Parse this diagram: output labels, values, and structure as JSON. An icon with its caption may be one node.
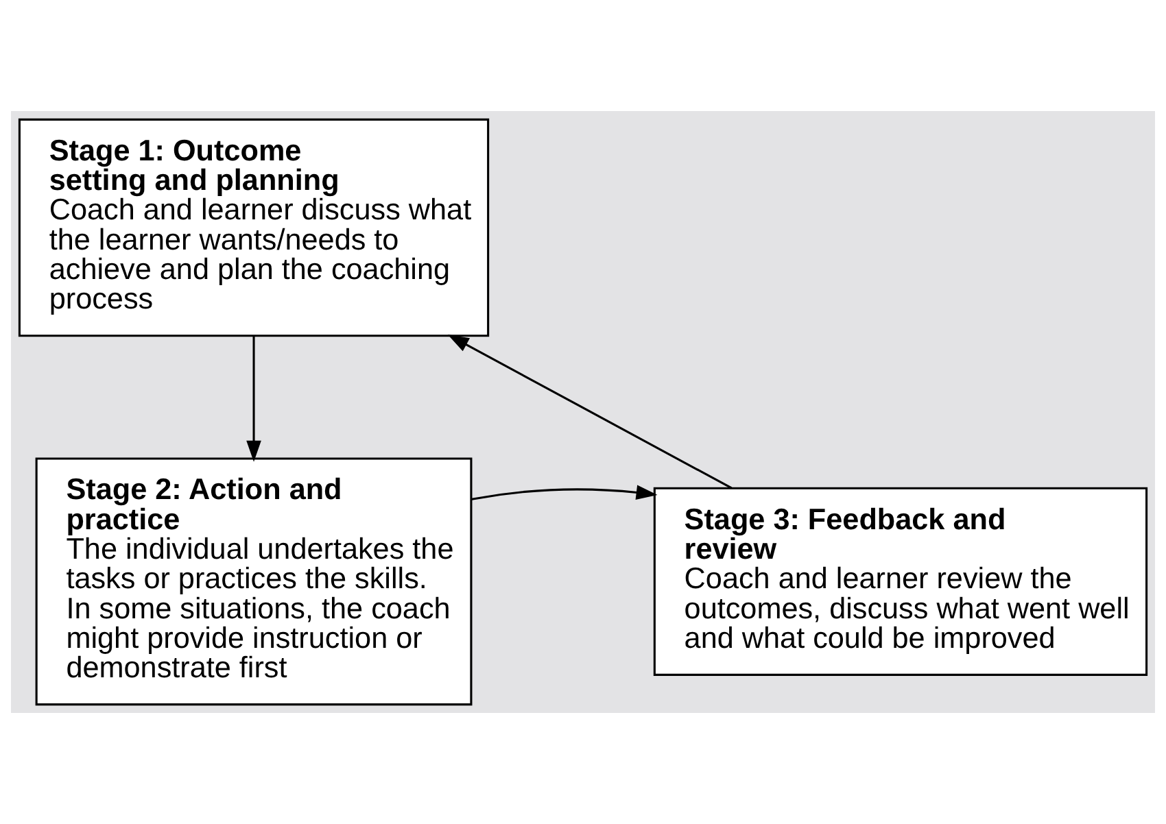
{
  "diagram": {
    "nodes": [
      {
        "text": [
          "Stage 1: Outcome setting and planning",
          "Coach and learner discuss what the learner wants/needs to achieve and plan the coaching process"
        ]
      },
      {
        "text": [
          "Stage 2: Action and practice",
          "The individual undertakes the tasks or practices the skills. In some situations, the coach might provide instruction or demonstrate first"
        ]
      },
      {
        "text": [
          "Stage 3: Feedback and review",
          "Coach and learner review the outcomes, discuss what went well and what could be improved"
        ]
      }
    ],
    "edges": [
      {
        "from": 0,
        "to": 1,
        "arrow": "to"
      },
      {
        "from": 1,
        "to": 2,
        "arrow": "to"
      },
      {
        "from": 2,
        "to": 0,
        "arrow": "to"
      }
    ]
  }
}
